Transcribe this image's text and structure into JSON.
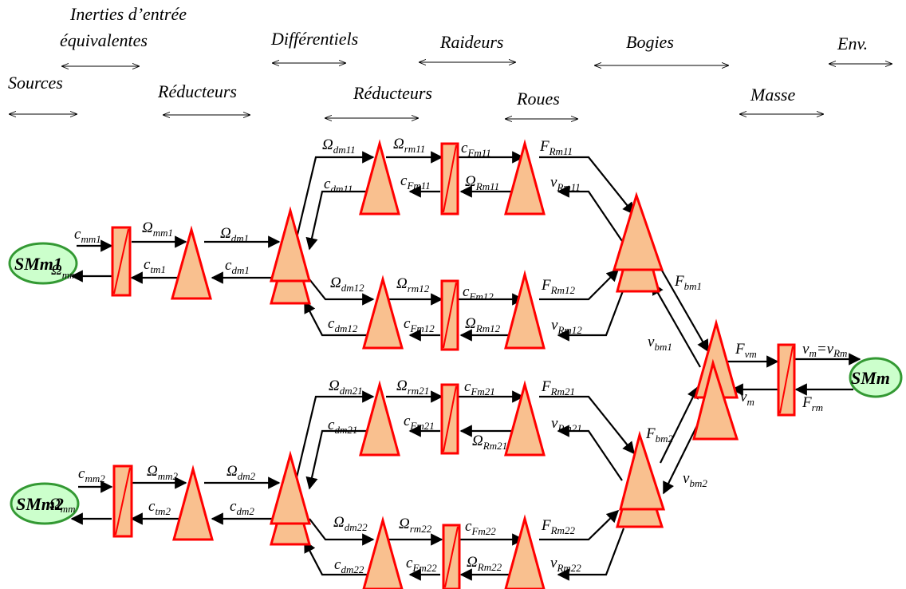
{
  "sections": {
    "sources": "Sources",
    "inerties_line1": "Inerties d’entrée",
    "inerties_line2": "équivalentes",
    "reducteurs1": "Réducteurs",
    "differentiels": "Différentiels",
    "reducteurs2": "Réducteurs",
    "raideurs": "Raideurs",
    "roues": "Roues",
    "bogies": "Bogies",
    "masse": "Masse",
    "env": "Env."
  },
  "sources": {
    "smm1": "SMm1",
    "smm2": "SMm2",
    "smm": "SMm"
  },
  "labels": [
    {
      "id": "c_mm1",
      "b": "c",
      "s": "mm1"
    },
    {
      "id": "O_mm1_back",
      "b": "Ω",
      "s": "mm1"
    },
    {
      "id": "O_mm1",
      "b": "Ω",
      "s": "mm1"
    },
    {
      "id": "c_tm1",
      "b": "c",
      "s": "tm1"
    },
    {
      "id": "O_dm1",
      "b": "Ω",
      "s": "dm1"
    },
    {
      "id": "c_dm1",
      "b": "c",
      "s": "dm1"
    },
    {
      "id": "O_dm11",
      "b": "Ω",
      "s": "dm11"
    },
    {
      "id": "c_dm11",
      "b": "c",
      "s": "dm11"
    },
    {
      "id": "O_rm11",
      "b": "Ω",
      "s": "rm11"
    },
    {
      "id": "c_Fm11_b",
      "b": "c",
      "s": "Fm11"
    },
    {
      "id": "c_Fm11",
      "b": "c",
      "s": "Fm11"
    },
    {
      "id": "O_Rm11",
      "b": "Ω",
      "s": "Rm11"
    },
    {
      "id": "F_Rm11",
      "b": "F",
      "s": "Rm11"
    },
    {
      "id": "v_Rm11",
      "b": "v",
      "s": "Rm11"
    },
    {
      "id": "O_dm12",
      "b": "Ω",
      "s": "dm12"
    },
    {
      "id": "c_dm12",
      "b": "c",
      "s": "dm12"
    },
    {
      "id": "O_rm12",
      "b": "Ω",
      "s": "rm12"
    },
    {
      "id": "c_Fm12_b",
      "b": "c",
      "s": "Fm12"
    },
    {
      "id": "c_Fm12",
      "b": "c",
      "s": "Fm12"
    },
    {
      "id": "O_Rm12",
      "b": "Ω",
      "s": "Rm12"
    },
    {
      "id": "F_Rm12",
      "b": "F",
      "s": "Rm12"
    },
    {
      "id": "v_Rm12",
      "b": "v",
      "s": "Rm12"
    },
    {
      "id": "F_bm1",
      "b": "F",
      "s": "bm1"
    },
    {
      "id": "v_bm1",
      "b": "v",
      "s": "bm1"
    },
    {
      "id": "F_vm",
      "b": "F",
      "s": "vm"
    },
    {
      "id": "v_m",
      "b": "v",
      "s": "m"
    },
    {
      "id": "F_rm",
      "b": "F",
      "s": "rm"
    },
    {
      "id": "F_bm2",
      "b": "F",
      "s": "bm2"
    },
    {
      "id": "v_bm2",
      "b": "v",
      "s": "bm2"
    },
    {
      "id": "O_dm21",
      "b": "Ω",
      "s": "dm21"
    },
    {
      "id": "c_dm21",
      "b": "c",
      "s": "dm21"
    },
    {
      "id": "O_rm21",
      "b": "Ω",
      "s": "rm21"
    },
    {
      "id": "c_Fm21_b",
      "b": "c",
      "s": "Fm21"
    },
    {
      "id": "c_Fm21",
      "b": "c",
      "s": "Fm21"
    },
    {
      "id": "O_Rm21",
      "b": "Ω",
      "s": "Rm21"
    },
    {
      "id": "F_Rm21",
      "b": "F",
      "s": "Rm21"
    },
    {
      "id": "v_Rm21",
      "b": "v",
      "s": "Rm21"
    },
    {
      "id": "c_mm2",
      "b": "c",
      "s": "mm2"
    },
    {
      "id": "O_mm2_back",
      "b": "Ω",
      "s": "mm"
    },
    {
      "id": "O_mm2",
      "b": "Ω",
      "s": "mm2"
    },
    {
      "id": "c_tm2",
      "b": "c",
      "s": "tm2"
    },
    {
      "id": "O_dm2",
      "b": "Ω",
      "s": "dm2"
    },
    {
      "id": "c_dm2",
      "b": "c",
      "s": "dm2"
    },
    {
      "id": "O_dm22",
      "b": "Ω",
      "s": "dm22"
    },
    {
      "id": "c_dm22",
      "b": "c",
      "s": "dm22"
    },
    {
      "id": "O_rm22",
      "b": "Ω",
      "s": "rm22"
    },
    {
      "id": "c_Fm22_b",
      "b": "c",
      "s": "Fm22"
    },
    {
      "id": "c_Fm22",
      "b": "c",
      "s": "Fm22"
    },
    {
      "id": "O_Rm22",
      "b": "Ω",
      "s": "Rm22"
    },
    {
      "id": "F_Rm22",
      "b": "F",
      "s": "Rm22"
    },
    {
      "id": "v_Rm22",
      "b": "v",
      "s": "Rm22"
    }
  ],
  "equation": {
    "v1": "v",
    "s1": "m",
    "eq": "=",
    "v2": "v",
    "s2": "Rm"
  },
  "colors": {
    "block_fill": "#f9c08f",
    "block_stroke": "#ff0000",
    "source_fill": "#ccffcc",
    "source_stroke": "#339933"
  }
}
